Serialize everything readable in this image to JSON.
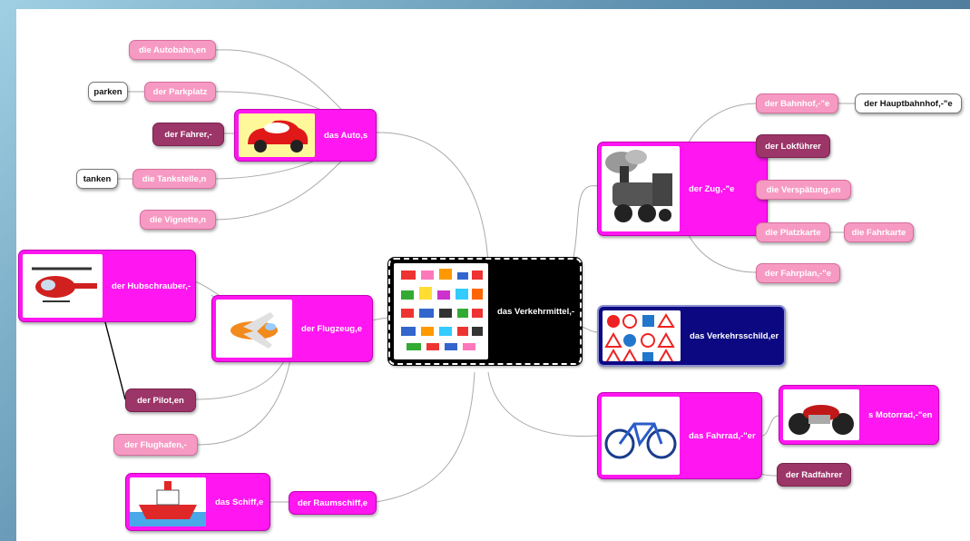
{
  "center": {
    "label": "das Verkehrmittel,-",
    "icon": "vehicles-collage-icon"
  },
  "auto": {
    "label": "das Auto,s",
    "icon": "red-car-icon",
    "children": [
      "die Autobahn,en",
      "der Parkplatz",
      "der Fahrer,-",
      "die Tankstelle,n",
      "die Vignette,n"
    ],
    "extra": {
      "parkplatz": "parken",
      "tankstelle": "tanken"
    }
  },
  "zug": {
    "label": "der Zug,-\"e",
    "icon": "steam-locomotive-icon",
    "children": [
      "der Bahnhof,-\"e",
      "der Lokführer",
      "die Verspätung,en",
      "die Platzkarte",
      "der Fahrplan,-\"e"
    ],
    "extra": {
      "bahnhof": "der Hauptbahnhof,-\"e",
      "platzkarte": "die Fahrkarte"
    }
  },
  "flugzeug": {
    "label": "der Flugzeug,e",
    "icon": "cartoon-airplane-icon",
    "children": [
      "der Pilot,en",
      "der Flughafen,-"
    ],
    "heli": {
      "label": "der Hubschrauber,-",
      "icon": "helicopter-icon"
    }
  },
  "schild": {
    "label": "das Verkehrsschild,er",
    "icon": "traffic-signs-icon"
  },
  "fahrrad": {
    "label": "das Fahrrad,-\"er",
    "icon": "bicycle-icon",
    "children": [
      "der Radfahrer"
    ],
    "motorrad": {
      "label": "s Motorrad,-\"en",
      "icon": "motorcycle-icon"
    }
  },
  "schiff": {
    "label": "das Schiff,e",
    "icon": "ship-icon",
    "via": "der Raumschiff,e"
  }
}
